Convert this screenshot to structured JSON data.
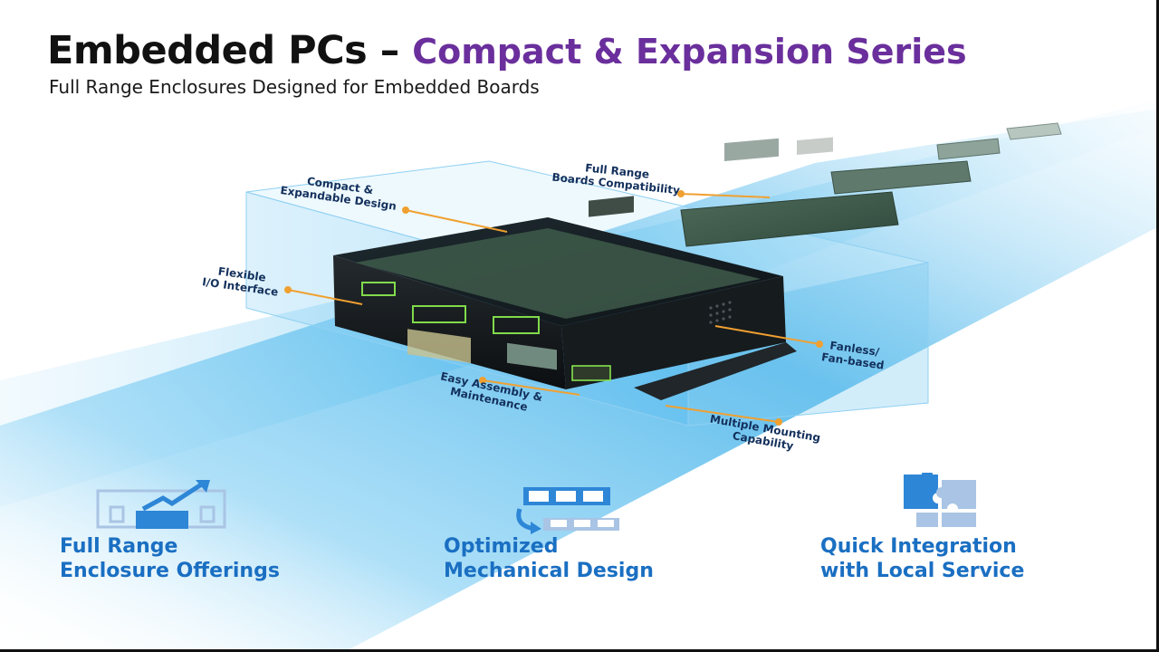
{
  "header": {
    "title_main": "Embedded PCs – ",
    "title_accent": "Compact & Expansion Series",
    "subtitle": "Full Range Enclosures Designed for Embedded Boards"
  },
  "callouts": {
    "compact": [
      "Compact &",
      "Expandable Design"
    ],
    "full_range": [
      "Full Range",
      "Boards Compatibility"
    ],
    "flexible": [
      "Flexible",
      "I/O Interface"
    ],
    "fanless": [
      "Fanless/",
      "Fan-based"
    ],
    "assembly": [
      "Easy Assembly &",
      "Maintenance"
    ],
    "mounting": [
      "Multiple Mounting",
      "Capability"
    ]
  },
  "features": [
    {
      "line1": "Full Range",
      "line2": "Enclosure Offerings",
      "icon": "chart-growth-icon"
    },
    {
      "line1": "Optimized",
      "line2": "Mechanical Design",
      "icon": "conveyor-boards-icon"
    },
    {
      "line1": "Quick Integration",
      "line2": "with Local Service",
      "icon": "puzzle-icon"
    }
  ],
  "colors": {
    "title_accent": "#6a2f9c",
    "feature_text": "#1a6fc2",
    "callout_text": "#13305c",
    "leader_line": "#f0a030",
    "beam": "#29a9e8"
  }
}
